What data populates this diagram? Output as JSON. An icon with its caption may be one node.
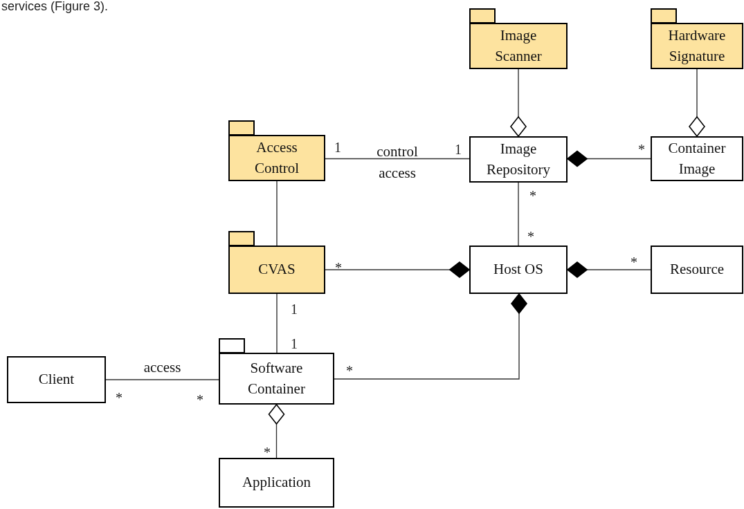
{
  "diagram": {
    "nodes": [
      {
        "text": [
          "Image Scanner"
        ]
      },
      {
        "text": [
          "Hardware Signature"
        ]
      },
      {
        "text": [
          "Access Control"
        ]
      },
      {
        "text": [
          "Image Repository"
        ]
      },
      {
        "text": [
          "Container Image"
        ]
      },
      {
        "text": [
          "CVAS"
        ]
      },
      {
        "text": [
          "Host OS"
        ]
      },
      {
        "text": [
          "Resource"
        ]
      },
      {
        "text": [
          "Client"
        ]
      },
      {
        "text": [
          "Software Container"
        ]
      },
      {
        "text": [
          "Application"
        ]
      }
    ],
    "edges": [
      {
        "from": 0,
        "to": 3,
        "arrow": "other"
      },
      {
        "from": 1,
        "to": 4,
        "arrow": "other"
      },
      {
        "from": 2,
        "to": 3,
        "arrow": "none",
        "label": "control access"
      },
      {
        "from": 4,
        "to": 3,
        "arrow": "other"
      },
      {
        "from": 3,
        "to": 6,
        "arrow": "none"
      },
      {
        "from": 2,
        "to": 5,
        "arrow": "none"
      },
      {
        "from": 5,
        "to": 6,
        "arrow": "other"
      },
      {
        "from": 7,
        "to": 6,
        "arrow": "other"
      },
      {
        "from": 5,
        "to": 9,
        "arrow": "none"
      },
      {
        "from": 8,
        "to": 9,
        "arrow": "none",
        "label": "access"
      },
      {
        "from": 9,
        "to": 6,
        "arrow": "other"
      },
      {
        "from": 10,
        "to": 9,
        "arrow": "other"
      }
    ],
    "labels": [
      "services (Figure 3).",
      "1",
      "1",
      "*",
      "*",
      "*",
      "*",
      "*",
      "1",
      "1",
      "*",
      "*",
      "*",
      "*"
    ]
  }
}
